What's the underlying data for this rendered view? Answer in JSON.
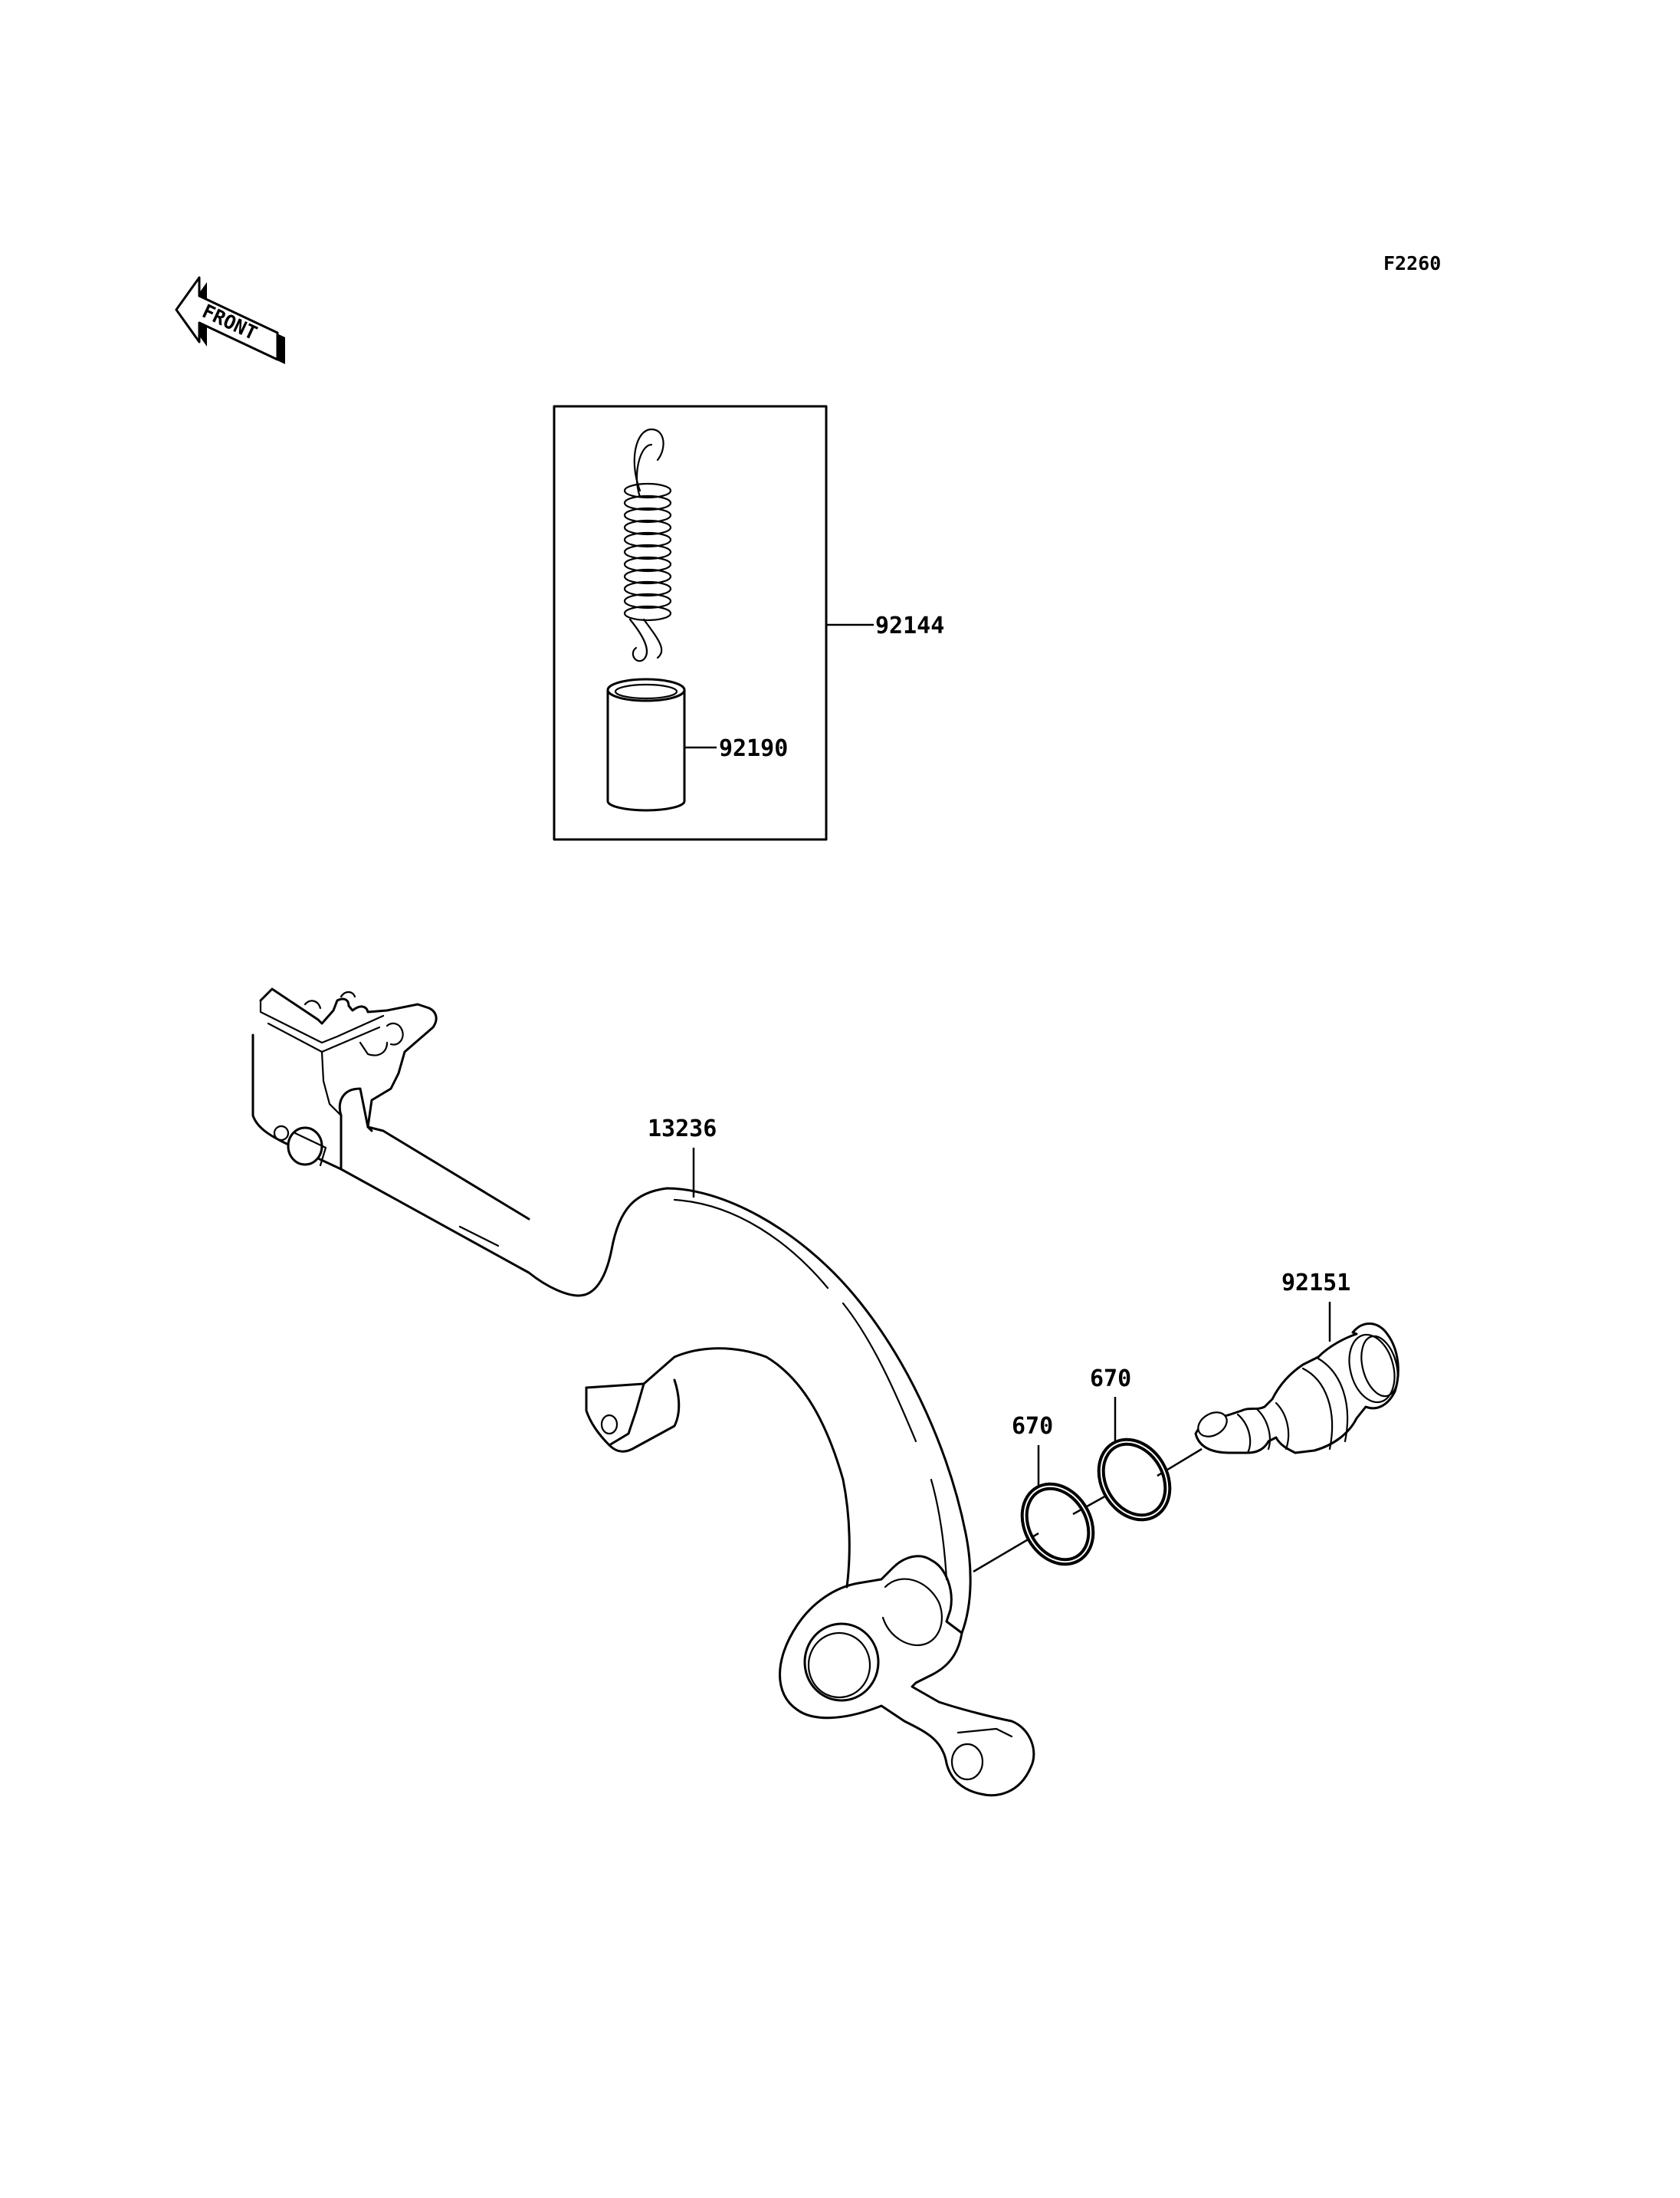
{
  "figure_code": "F2260",
  "front_label": "FRONT",
  "parts": {
    "spring": "92144",
    "collar": "92190",
    "brake_pedal": "13236",
    "pivot_bolt": "92151",
    "o_ring_left": "670",
    "o_ring_right": "670"
  }
}
